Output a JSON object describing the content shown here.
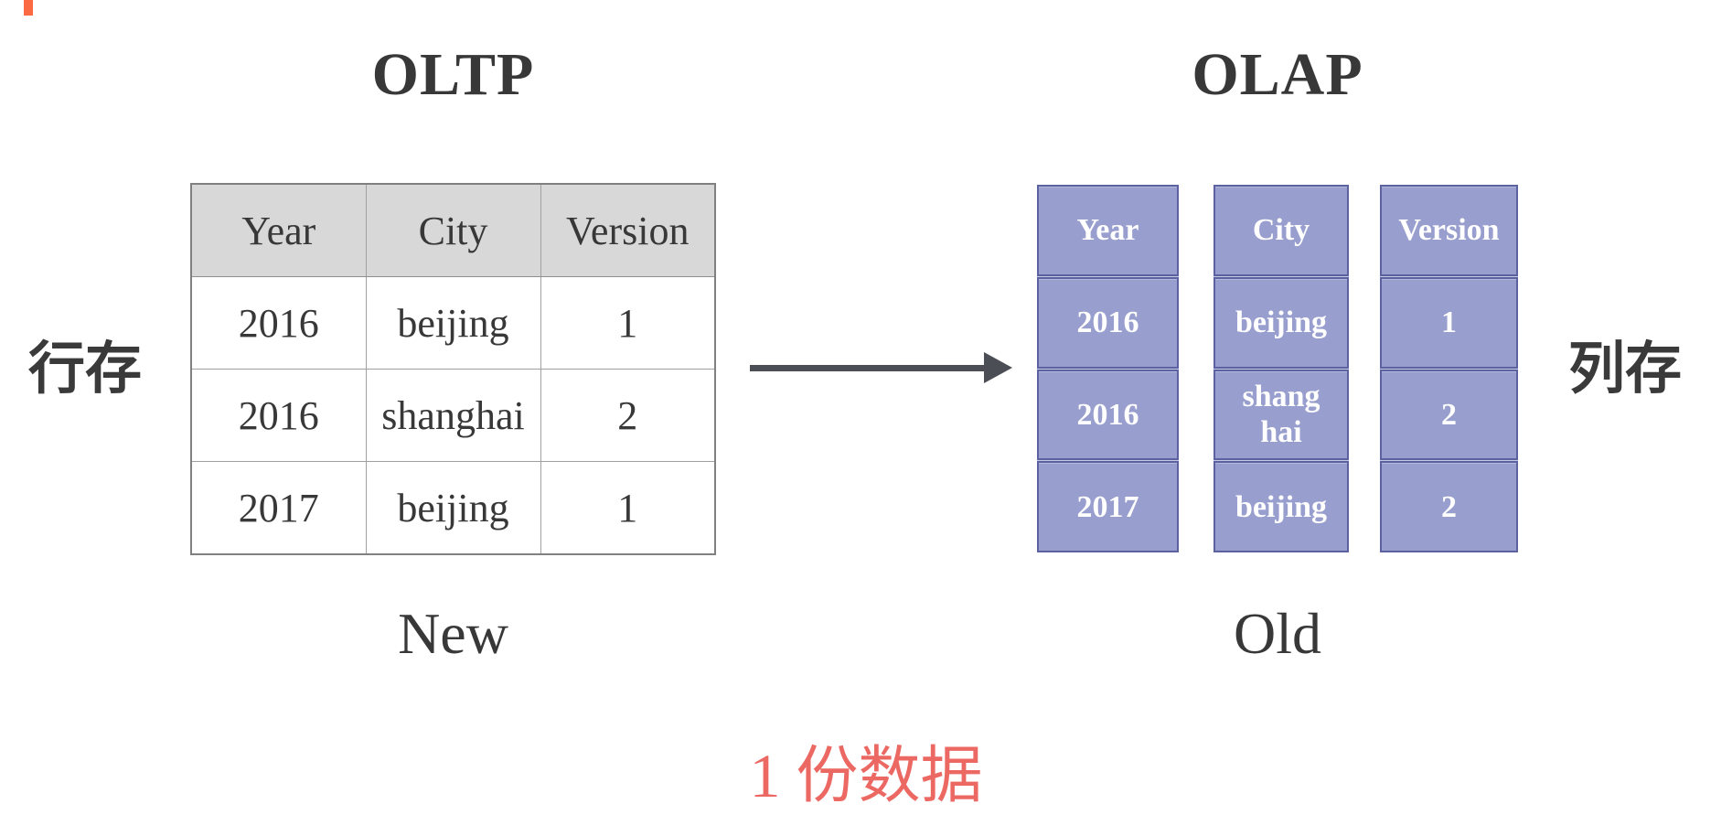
{
  "labels": {
    "oltp_title": "OLTP",
    "olap_title": "OLAP",
    "row_store": "行存",
    "column_store": "列存",
    "new_label": "New",
    "old_label": "Old",
    "data_copy": "1 份数据"
  },
  "oltp_table": {
    "headers": [
      "Year",
      "City",
      "Version"
    ],
    "rows": [
      [
        "2016",
        "beijing",
        "1"
      ],
      [
        "2016",
        "shanghai",
        "2"
      ],
      [
        "2017",
        "beijing",
        "1"
      ]
    ]
  },
  "olap_columns": [
    {
      "header": "Year",
      "values": [
        "2016",
        "2016",
        "2017"
      ]
    },
    {
      "header": "City",
      "values": [
        "beijing",
        "shang hai",
        "beijing"
      ]
    },
    {
      "header": "Version",
      "values": [
        "1",
        "2",
        "2"
      ]
    }
  ],
  "colors": {
    "accent_orange": "#fb6a43",
    "olap_cell_fill": "#989ecd",
    "olap_cell_border": "#5c61a0",
    "oltp_header_fill": "#d8d8d8",
    "table_grid": "#a0a0a0",
    "dark_text": "#383838",
    "arrow": "#4b4f55",
    "highlight_red": "#ec6862"
  }
}
